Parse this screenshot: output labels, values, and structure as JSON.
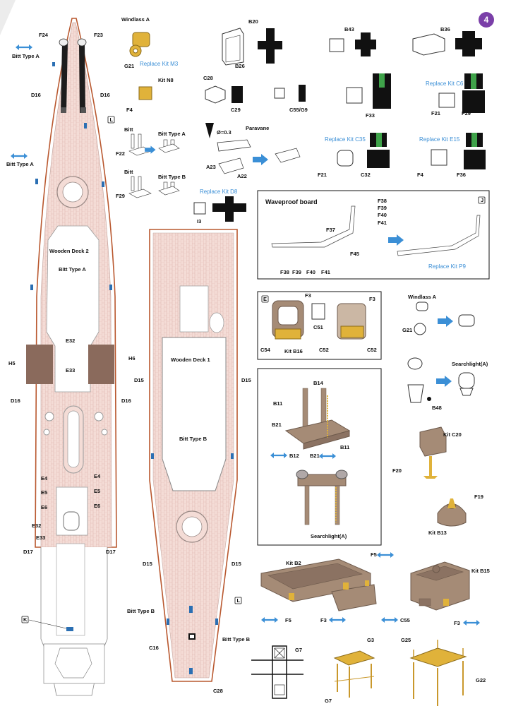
{
  "page": {
    "number": "4",
    "number_color": "#7a3fa8"
  },
  "colors": {
    "deck": "#f4dcd6",
    "plank": "#d9a9a2",
    "hull": "#b9582f",
    "resin": "#a58b76",
    "pe": "#e0b23a",
    "arrow": "#3b8fd6",
    "dark_plate": "#8a6a5c",
    "green": "#3fa34a"
  },
  "left_deck": {
    "f24": "F24",
    "f23": "F23",
    "bitt_a_top": "Bitt Type A",
    "d16_l": "D16",
    "d16_r": "D16",
    "l_tag": "L",
    "bitt_a_mid": "Bitt Type A",
    "wooden2": "Wooden Deck",
    "wooden2_num": "2",
    "bitt_a_inner": "Bitt Type A",
    "e32": "E32",
    "e33": "E33",
    "h5": "H5",
    "h6": "H6",
    "d16_l2": "D16",
    "d16_r2": "D16",
    "e4_l": "E4",
    "e4_r": "E4",
    "e5_l": "E5",
    "e5_r": "E5",
    "e6_l": "E6",
    "e6_r": "E6",
    "e32b": "E32",
    "e33b": "E33",
    "d17_l": "D17",
    "d17_r": "D17",
    "k_tag": "K"
  },
  "right_deck": {
    "wooden1": "Wooden Deck",
    "wooden1_num": "1",
    "d15_l": "D15",
    "d15_r": "D15",
    "bitt_b": "Bitt Type B",
    "d15_l2": "D15",
    "d15_r2": "D15",
    "l_tag": "L",
    "bitt_b_l": "Bitt Type B",
    "bitt_b_r": "Bitt Type B",
    "c16": "C16",
    "c28": "C28"
  },
  "top_parts": {
    "windlass": "Windlass A",
    "g21": "G21",
    "replace_m3": "Replace Kit M3",
    "kit_n8": "Kit N8",
    "f4": "F4",
    "b20": "B20",
    "b26": "B26",
    "b43": "B43",
    "b36": "B36",
    "c28": "C28",
    "c29": "C29",
    "c55_g9": "C55/G9",
    "f33": "F33",
    "replace_c6": "Replace Kit C6",
    "f21": "F21",
    "f29": "F29",
    "bitt": "Bitt",
    "bitt_a": "Bitt Type A",
    "f22": "F22",
    "bitt2": "Bitt",
    "bitt_b": "Bitt Type B",
    "f29b": "F29",
    "dia": "Ø=0.3",
    "paravane": "Paravane",
    "a23": "A23",
    "a22": "A22",
    "replace_c35": "Replace Kit C35",
    "f21b": "F21",
    "c32": "C32",
    "replace_e15": "Replace Kit E15",
    "f4b": "F4",
    "f36": "F36",
    "replace_d8": "Replace Kit D8",
    "i3": "I3"
  },
  "waveproof": {
    "title": "Waveproof board",
    "tag": "J",
    "f38": "F38",
    "f39": "F39",
    "f40": "F40",
    "f41": "F41",
    "f37": "F37",
    "f45": "F45",
    "f38b": "F38",
    "f39b": "F39",
    "f40b": "F40",
    "f41b": "F41",
    "replace_p9": "Replace Kit P9"
  },
  "box_e": {
    "tag": "E",
    "f3": "F3",
    "f3b": "F3",
    "c51": "C51",
    "c54": "C54",
    "kit_b16": "Kit B16",
    "c52": "C52",
    "c52b": "C52"
  },
  "windlass_right": {
    "title": "Windlass A",
    "g21": "G21"
  },
  "searchlight_right": {
    "title": "Searchlight(A)",
    "b48": "B48"
  },
  "tower_box": {
    "b14": "B14",
    "b11": "B11",
    "b21": "B21",
    "b11b": "B11",
    "b12": "B12",
    "b21b": "B21",
    "searchlight": "Searchlight(A)"
  },
  "kits": {
    "kit_c20": "Kit C20",
    "f20": "F20",
    "f19": "F19",
    "kit_b13": "Kit B13"
  },
  "bottom": {
    "kit_b2": "Kit B2",
    "f5": "F5",
    "f5b": "F5",
    "f3": "F3",
    "kit_b15": "Kit B15",
    "c55": "C55",
    "f3b": "F3",
    "g7": "G7",
    "g7b": "G7",
    "g3": "G3",
    "g25": "G25",
    "g22": "G22"
  }
}
